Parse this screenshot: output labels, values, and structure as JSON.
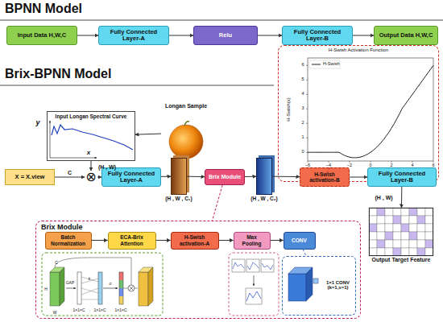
{
  "diagram": {
    "nodes": [
      {
        "text": [
          "Input Data H,W,C"
        ]
      },
      {
        "text": [
          "Fully Connected Layer-A"
        ]
      },
      {
        "text": [
          "Relu"
        ]
      },
      {
        "text": [
          "Fully Connected Layer-B"
        ]
      },
      {
        "text": [
          "Output Data H,W,C"
        ]
      },
      {
        "text": [
          "H-Swish Activation Function"
        ]
      },
      {
        "text": [
          "Input Longan Spectral Curve"
        ]
      },
      {
        "text": [
          "Longan Sample"
        ]
      },
      {
        "text": [
          "X = X.view"
        ]
      },
      {
        "text": [
          "⊗"
        ]
      },
      {
        "text": [
          "Fully Connected Layer-A"
        ]
      },
      {
        "text": [
          "(H , W , C₁)"
        ]
      },
      {
        "text": [
          "Brix Module"
        ]
      },
      {
        "text": [
          "(H , W , C₂)"
        ]
      },
      {
        "text": [
          "H-Swish activation-B"
        ]
      },
      {
        "text": [
          "Fully Connected Layer-B"
        ]
      },
      {
        "text": [
          "Output Target Feature"
        ]
      },
      {
        "text": [
          "Brix Module"
        ]
      },
      {
        "text": [
          "Batch Normalization"
        ],
        "in": 17
      },
      {
        "text": [
          "ECA-Brix Attention"
        ],
        "in": 17
      },
      {
        "text": [
          "H-Swish activation-A"
        ],
        "in": 17
      },
      {
        "text": [
          "Max Pooling"
        ],
        "in": 17
      },
      {
        "text": [
          "CONV"
        ],
        "in": 17
      },
      {
        "text": [
          "1×1 CONV (k=1,s=1)"
        ],
        "in": 17
      }
    ],
    "edges": [
      {
        "from": 0,
        "to": 1,
        "arrow": "to"
      },
      {
        "from": 1,
        "to": 2,
        "arrow": "to"
      },
      {
        "from": 2,
        "to": 3,
        "arrow": "to"
      },
      {
        "from": 3,
        "to": 4,
        "arrow": "to"
      },
      {
        "from": 7,
        "to": 6,
        "arrow": "to"
      },
      {
        "from": 6,
        "to": 9,
        "arrow": "to",
        "label": "(H , W)"
      },
      {
        "from": 8,
        "to": 9,
        "arrow": "to",
        "label": "C"
      },
      {
        "from": 9,
        "to": 10,
        "arrow": "to"
      },
      {
        "from": 10,
        "to": 11,
        "arrow": "to"
      },
      {
        "from": 11,
        "to": 12,
        "arrow": "to"
      },
      {
        "from": 12,
        "to": 13,
        "arrow": "to"
      },
      {
        "from": 13,
        "to": 14,
        "arrow": "to"
      },
      {
        "from": 14,
        "to": 15,
        "arrow": "to"
      },
      {
        "from": 15,
        "to": 16,
        "arrow": "to",
        "label": "(H , W)"
      },
      {
        "from": 14,
        "to": 5,
        "arrow": "none"
      },
      {
        "from": 12,
        "to": 17,
        "arrow": "none"
      },
      {
        "from": 18,
        "to": 19,
        "arrow": "to"
      },
      {
        "from": 19,
        "to": 20,
        "arrow": "to"
      },
      {
        "from": 20,
        "to": 21,
        "arrow": "to"
      },
      {
        "from": 21,
        "to": 22,
        "arrow": "to"
      },
      {
        "from": 22,
        "to": 23,
        "arrow": "none"
      }
    ],
    "labels": [
      "BPNN Model",
      "Brix-BPNN Model",
      "y",
      "x",
      "H-Swish(x)",
      "−6",
      "−4",
      "−2",
      "0",
      "2",
      "4",
      "6",
      "0",
      "1",
      "2",
      "3",
      "4",
      "5",
      "6",
      "GAP",
      "1×1×C",
      "1×1×C",
      "1×1×C",
      "C",
      "H",
      "W",
      "k",
      "σ"
    ],
    "legend": [
      {
        "text": "H-Swish"
      }
    ]
  }
}
